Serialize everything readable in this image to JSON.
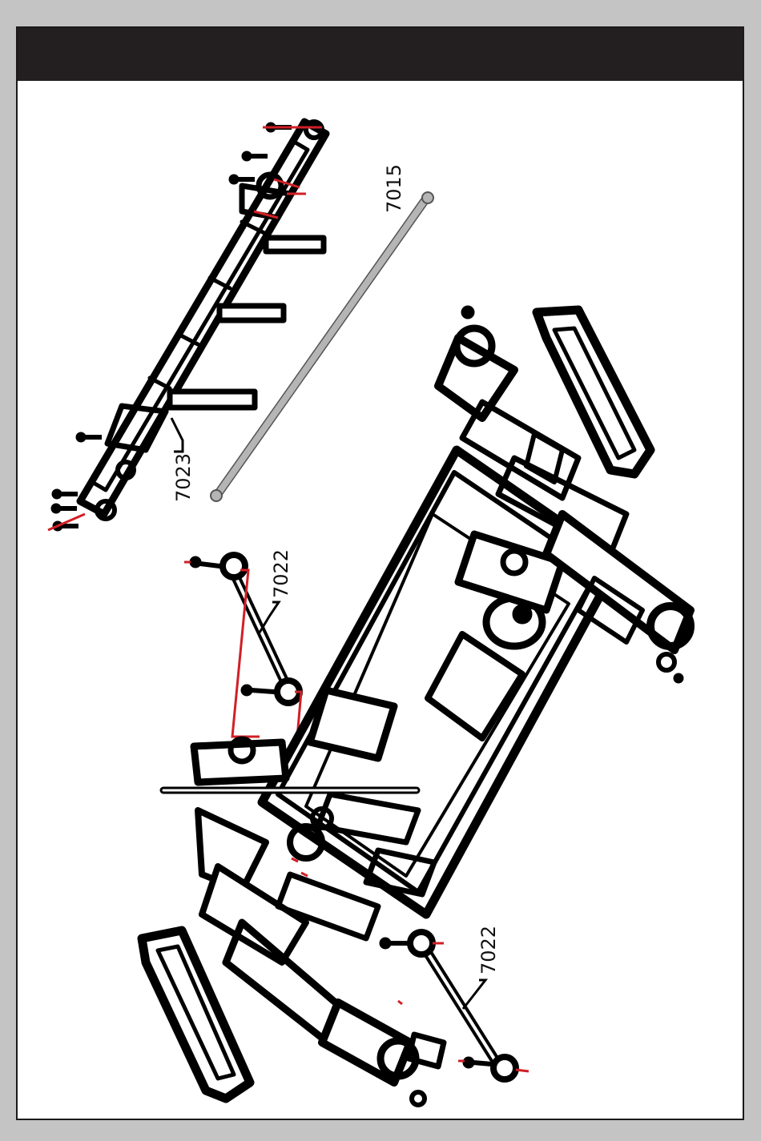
{
  "colors": {
    "outline": "#000000",
    "hardware": "#000000",
    "guide": "#d11f26",
    "shaft": "#b5b5b5",
    "header_bar": "#231f20",
    "frame": "#c4c4c4"
  },
  "callouts": {
    "driveshaft": "7015",
    "chassis_brace": "7023",
    "link_upper": "7022",
    "link_lower": "7022"
  }
}
